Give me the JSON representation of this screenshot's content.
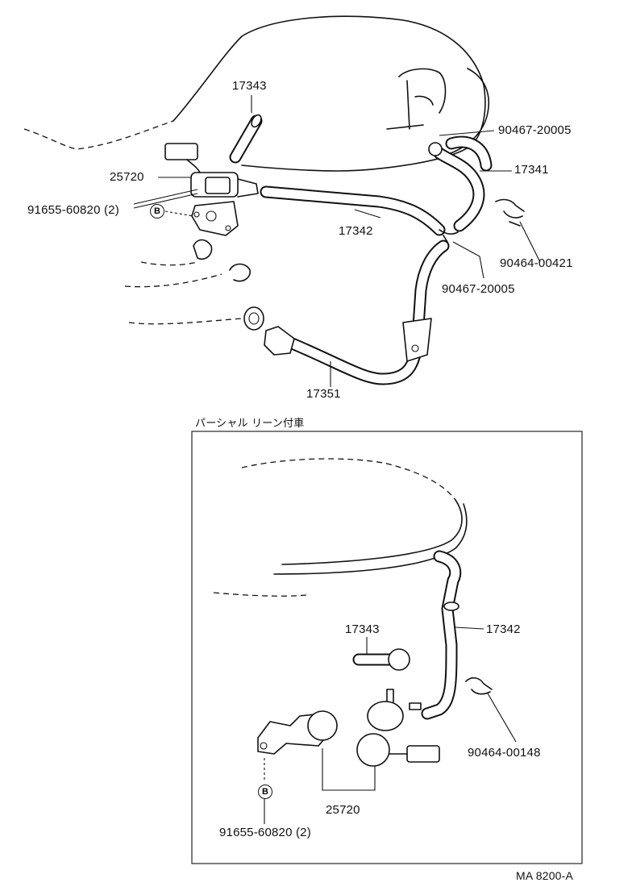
{
  "top_section": {
    "labels": {
      "p17343": "17343",
      "p25720": "25720",
      "p91655": "91655-60820 (2)",
      "p90467_upper": "90467-20005",
      "p17341": "17341",
      "p17342": "17342",
      "p90464_00421": "90464-00421",
      "p90467_lower": "90467-20005",
      "p17351": "17351"
    },
    "marker_b": "B"
  },
  "inset": {
    "caption": "パーシャル リーン付車",
    "labels": {
      "p17343": "17343",
      "p17342": "17342",
      "p90464_00148": "90464-00148",
      "p25720": "25720",
      "p91655": "91655-60820 (2)"
    },
    "marker_b": "B"
  },
  "figure_code": "MA 8200-A"
}
